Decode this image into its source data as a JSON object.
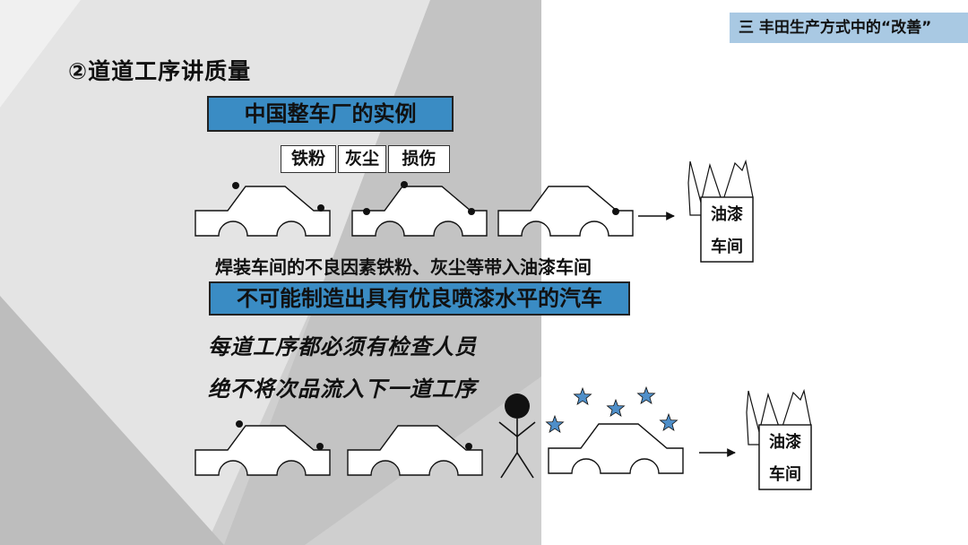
{
  "section_tag": "三 丰田生产方式中的“改善”",
  "heading": "②道道工序讲质量",
  "example_title": "中国整车厂的实例",
  "defect_tags": [
    "铁粉",
    "灰尘",
    "损伤"
  ],
  "caption": "焊装车间的不良因素铁粉、灰尘等带入油漆车间",
  "conclusion": "不可能制造出具有优良喷漆水平的汽车",
  "solution_lines": [
    "每道工序都必须有检查人员",
    "绝不将次品流入下一道工序"
  ],
  "booth_top": {
    "line1": "油漆",
    "line2": "车间"
  },
  "booth_bottom": {
    "line1": "油漆",
    "line2": "车间"
  },
  "colors": {
    "accent_blue": "#3a8cc4",
    "tag_blue": "#a9c9e3",
    "star_blue": "#4f8fc9",
    "bg_gray": "#c8c8c8"
  }
}
